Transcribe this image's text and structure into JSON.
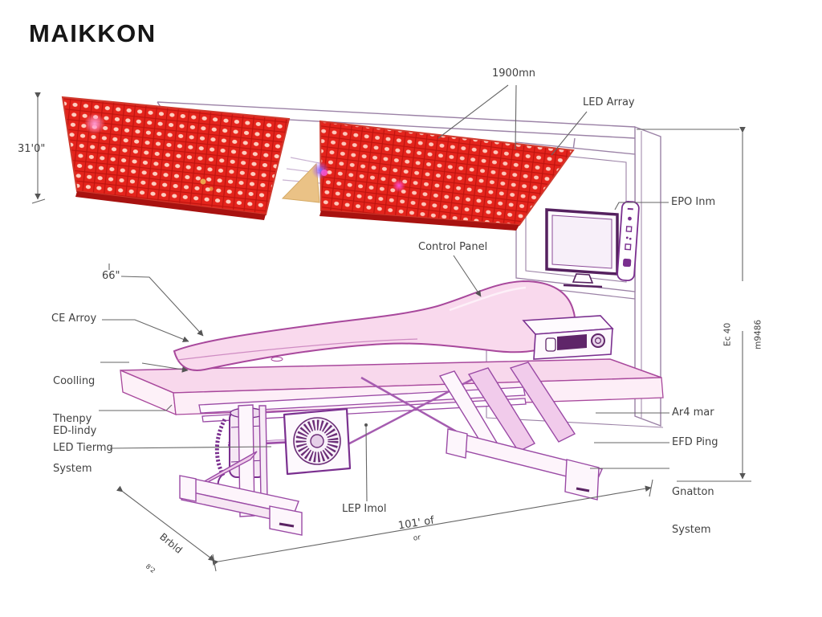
{
  "brand": {
    "logo": "MAIKKON"
  },
  "labels": {
    "dim_height_left": "31'0\"",
    "dim_top": "1900mn",
    "led_array": "LED Array",
    "epo": "EPO Inm",
    "control_panel": "Control Panel",
    "dim_66": "66\"",
    "ce_array": "CE Arroy",
    "cooling_1": "Coolling",
    "cooling_2": "Thenpy",
    "ed_lindy_1": "ED-lindy",
    "ed_lindy_2": "System",
    "led_tiermg": "LED Tiermg",
    "ar4_mar": "Ar4 mar",
    "efd_ping": "EFD Ping",
    "gnatton_1": "Gnatton",
    "gnatton_2": "System",
    "lep_imol": "LEP Imol",
    "dim_bottom": "101' of",
    "dim_bottom_sub": "or",
    "dim_diag_1": "Brbld",
    "dim_diag_2": "8'2",
    "dim_right_1": "Ec 40",
    "dim_right_2": "m9486"
  },
  "colors": {
    "panel_red": "#e4241c",
    "panel_grid": "#bf140f",
    "panel_edge_dark": "#a81210",
    "led_dot": "#ffd7c9",
    "line_purple": "#9a4aa5",
    "dark_purple": "#6b2d77",
    "pink_fill": "#f8d8ec",
    "pink_light": "#fdeef7",
    "dim_gray": "#666666",
    "text": "#414141"
  }
}
